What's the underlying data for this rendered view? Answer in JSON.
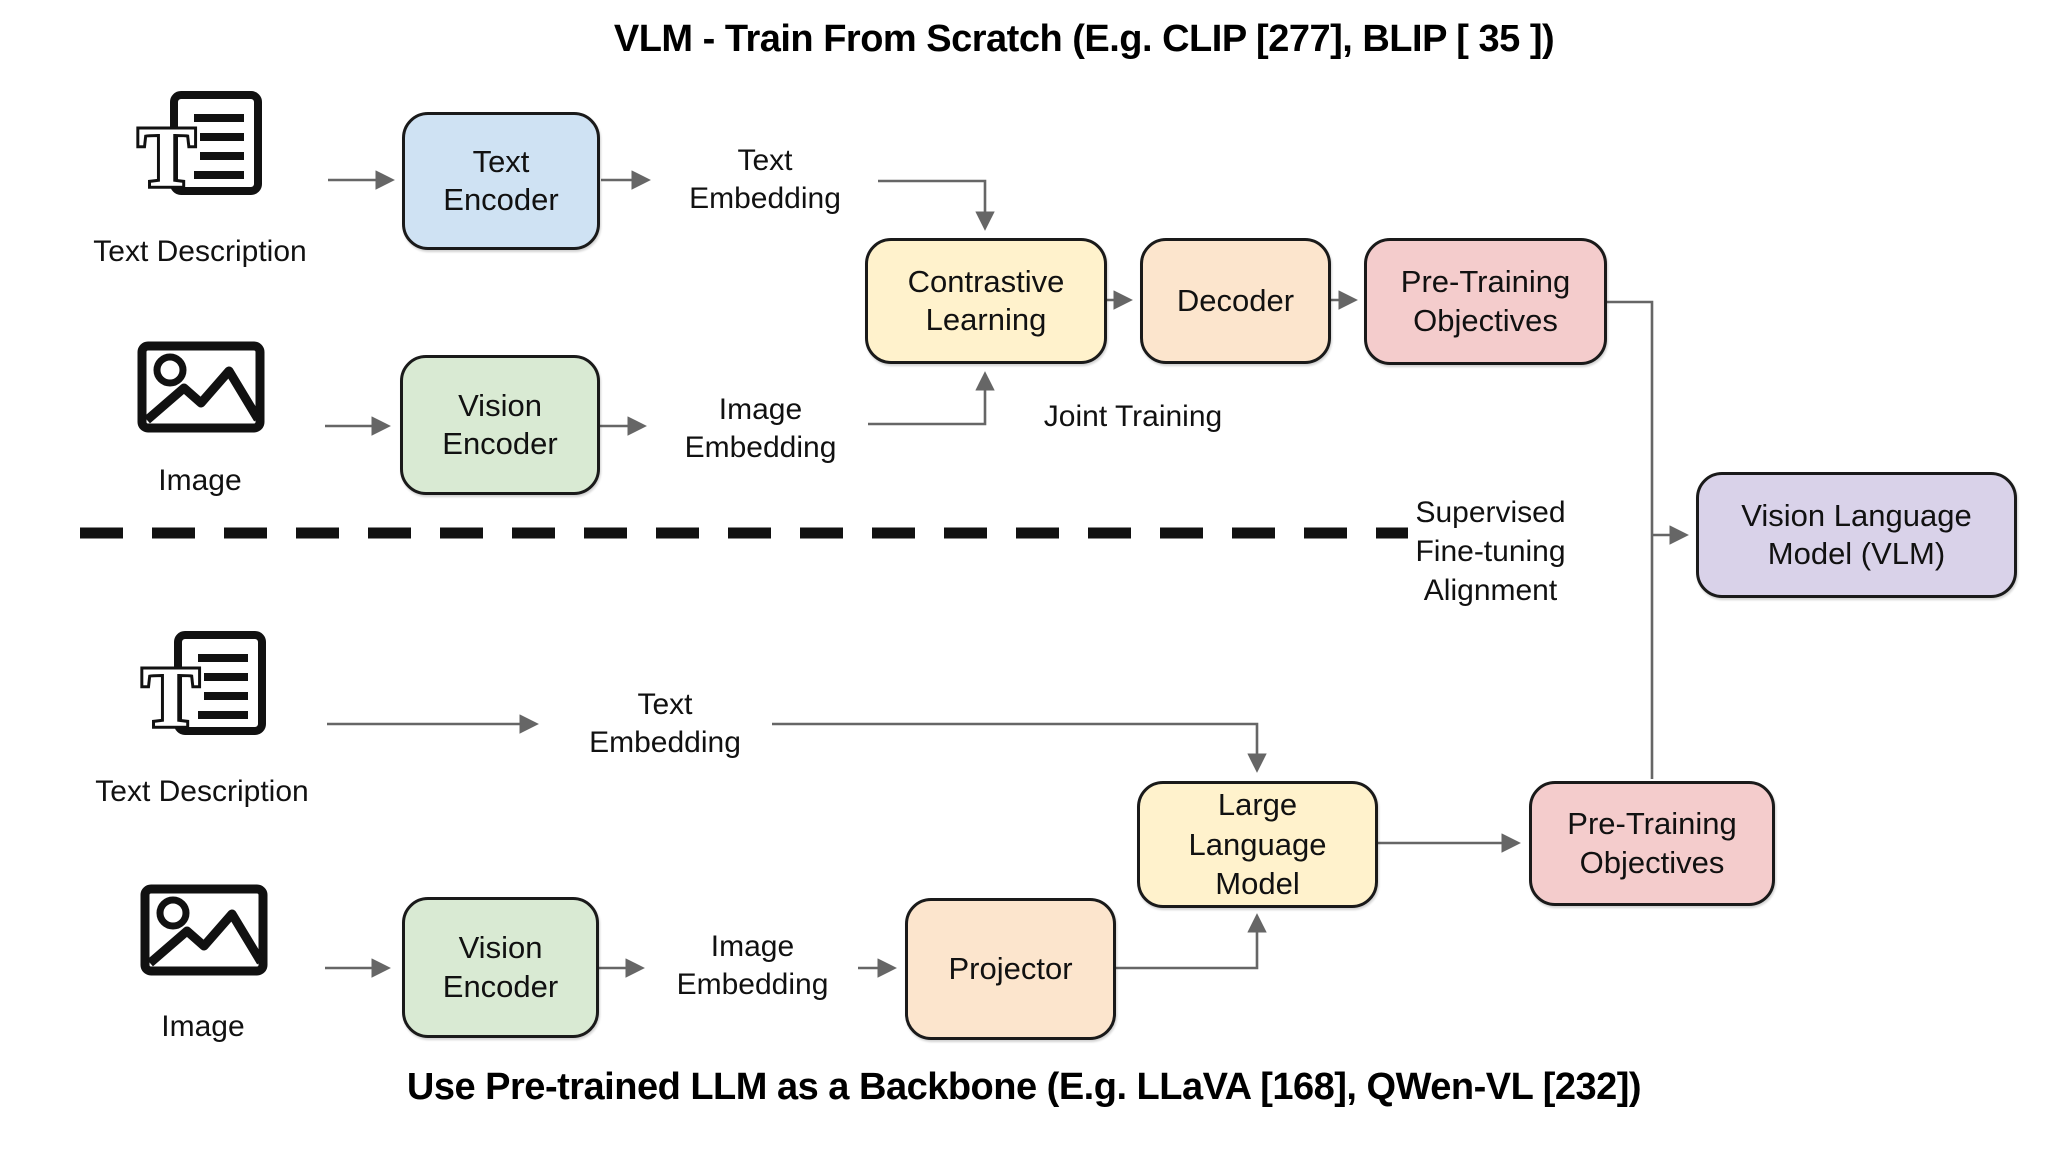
{
  "diagram": {
    "top": {
      "title": "VLM - Train From Scratch (E.g. CLIP [277], BLIP [ 35 ])",
      "text_input_label": "Text Description",
      "image_input_label": "Image",
      "text_encoder": "Text\nEncoder",
      "vision_encoder": "Vision\nEncoder",
      "text_embedding": "Text\nEmbedding",
      "image_embedding": "Image\nEmbedding",
      "contrastive_learning": "Contrastive\nLearning",
      "decoder": "Decoder",
      "pretraining_objectives": "Pre-Training\nObjectives",
      "joint_training": "Joint Training"
    },
    "divider_annotation": "Supervised\nFine-tuning\nAlignment",
    "vlm_output": "Vision Language\nModel (VLM)",
    "bottom": {
      "title": "Use Pre-trained LLM as a Backbone (E.g. LLaVA [168], QWen-VL [232])",
      "text_input_label": "Text Description",
      "image_input_label": "Image",
      "text_embedding": "Text\nEmbedding",
      "image_embedding": "Image\nEmbedding",
      "vision_encoder": "Vision\nEncoder",
      "projector": "Projector",
      "large_language_model": "Large\nLanguage\nModel",
      "pretraining_objectives": "Pre-Training\nObjectives"
    },
    "colors": {
      "text_encoder_fill": "#cfe2f3",
      "vision_encoder_fill": "#d9ead3",
      "contrastive_learning_fill": "#fff2cc",
      "large_language_model_fill": "#fff2cc",
      "decoder_fill": "#fce5cd",
      "projector_fill": "#fce5cd",
      "pretraining_objectives_fill": "#f4cccc",
      "vlm_fill": "#d9d2e9",
      "arrow_stroke": "#666666",
      "border_stroke": "#1a1a1a",
      "divider_stroke": "#111111"
    }
  }
}
